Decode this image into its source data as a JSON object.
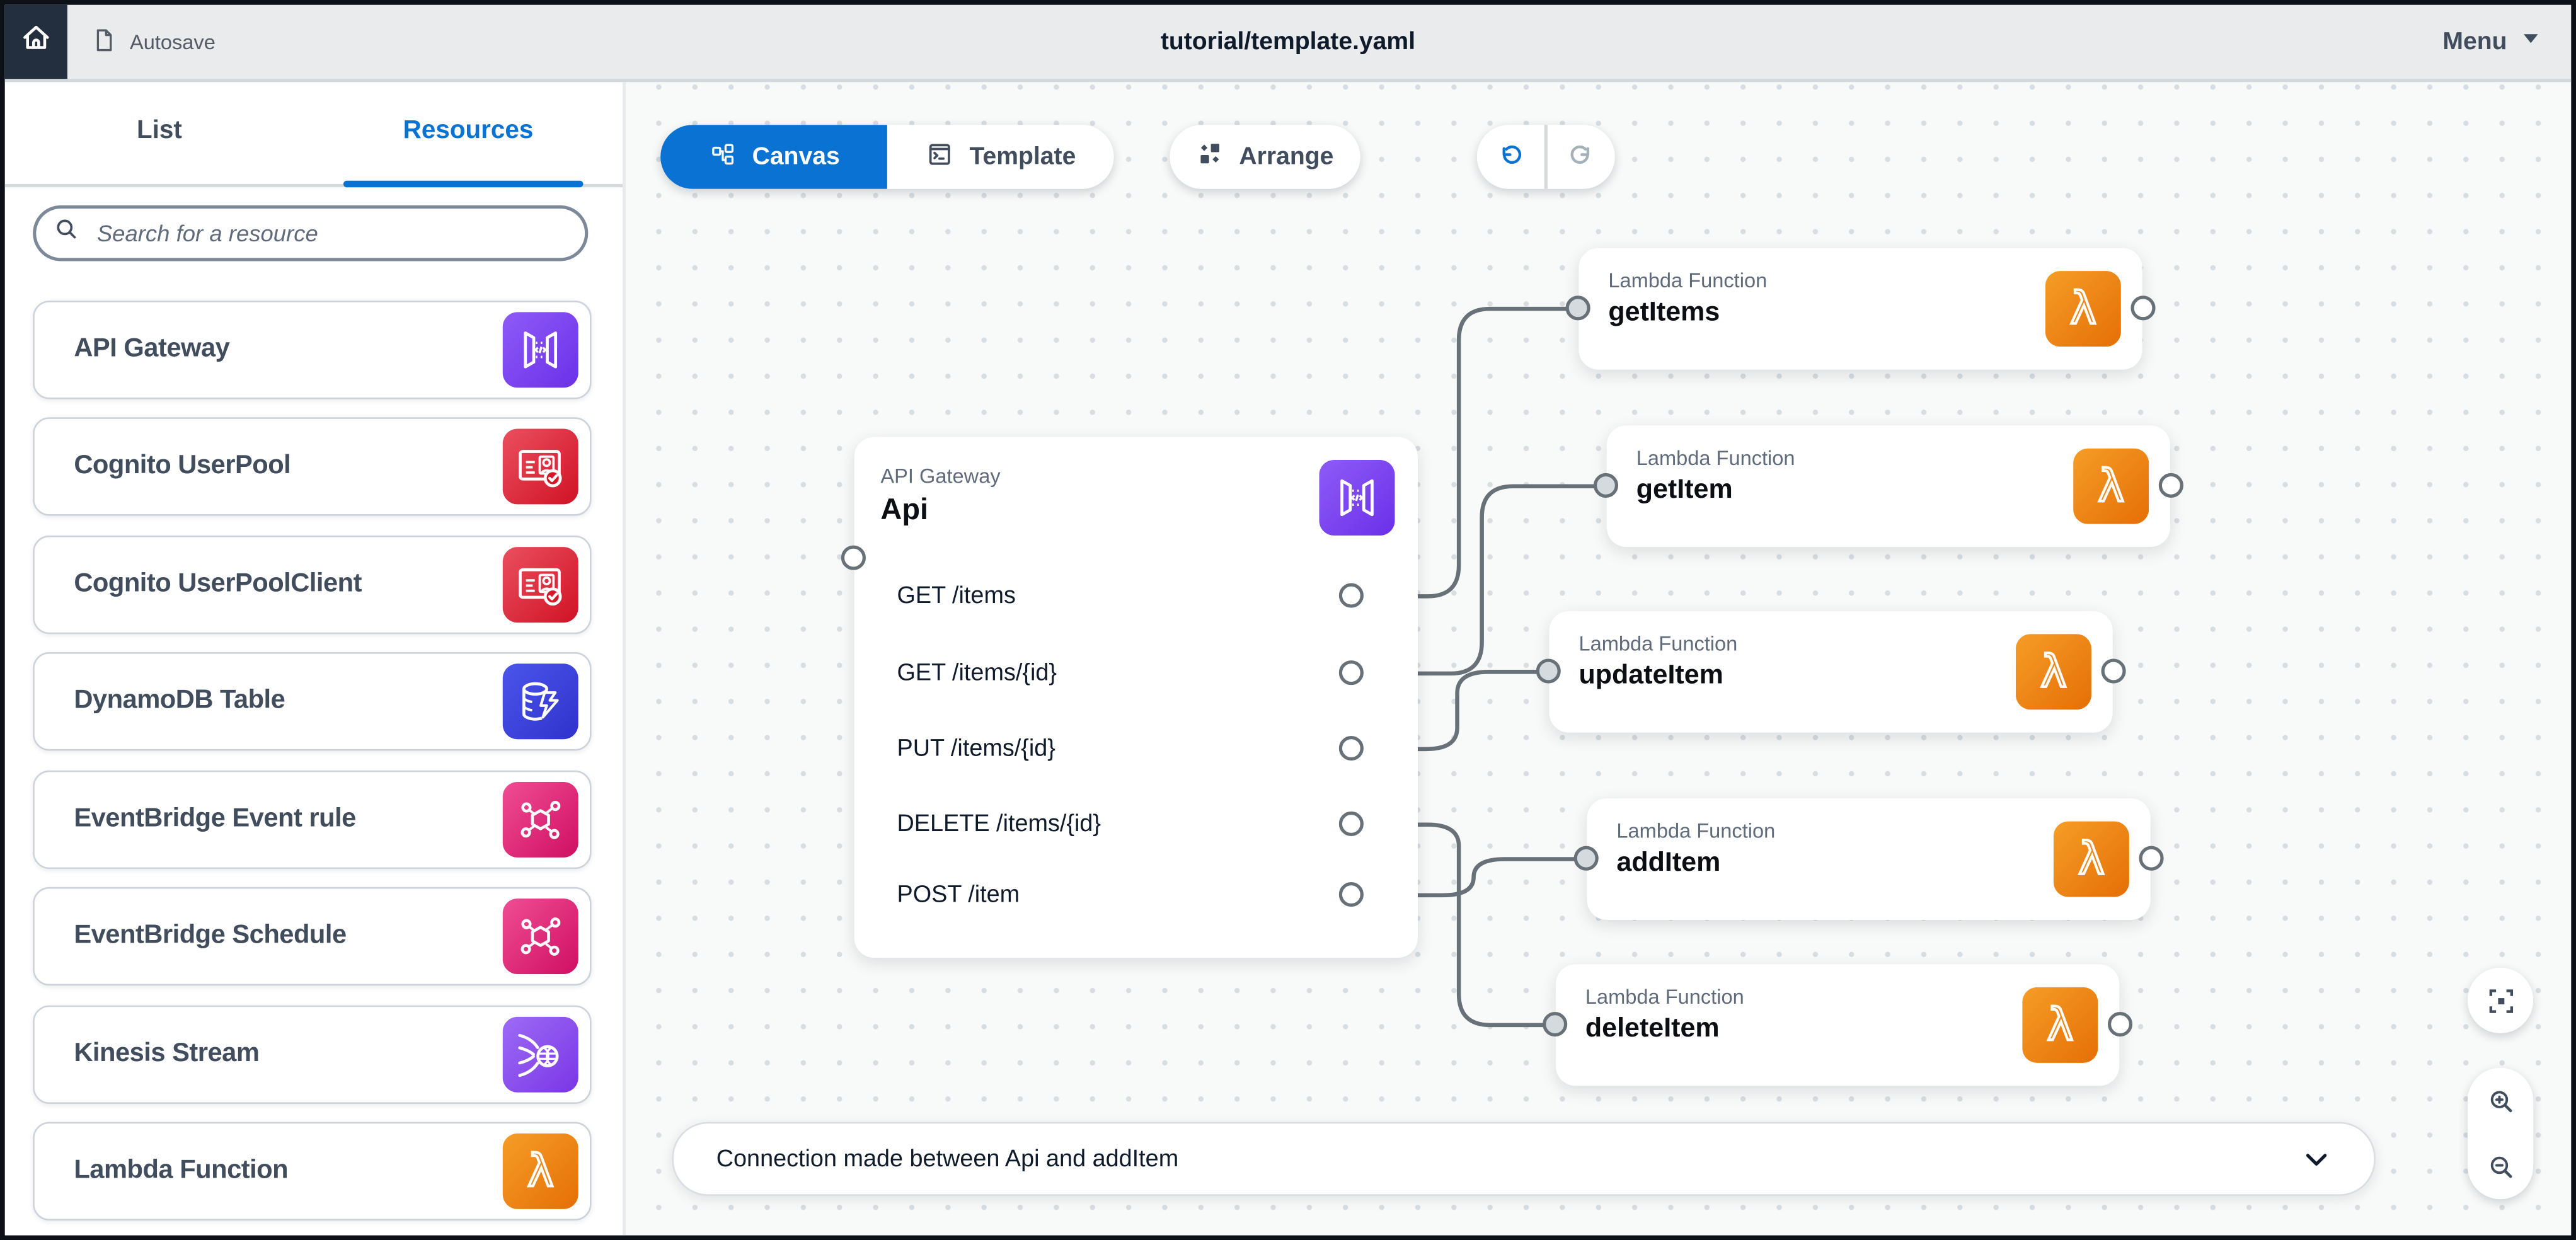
{
  "window": {
    "autosave_label": "Autosave",
    "title": "tutorial/template.yaml",
    "menu_label": "Menu"
  },
  "sidebar": {
    "tabs": [
      {
        "label": "List",
        "active": false
      },
      {
        "label": "Resources",
        "active": true
      }
    ],
    "search_placeholder": "Search for a resource",
    "resources": [
      {
        "label": "API Gateway",
        "icon": "api-gateway-icon",
        "color": "#7b3df2"
      },
      {
        "label": "Cognito UserPool",
        "icon": "cognito-userpool-icon",
        "color": "#dd2235"
      },
      {
        "label": "Cognito UserPoolClient",
        "icon": "cognito-userpool-icon",
        "color": "#dd2235"
      },
      {
        "label": "DynamoDB Table",
        "icon": "dynamodb-icon",
        "color": "#3b40d6"
      },
      {
        "label": "EventBridge Event rule",
        "icon": "eventbridge-icon",
        "color": "#e0176e"
      },
      {
        "label": "EventBridge Schedule",
        "icon": "eventbridge-icon",
        "color": "#e0176e"
      },
      {
        "label": "Kinesis Stream",
        "icon": "kinesis-icon",
        "color": "#8b4fee"
      },
      {
        "label": "Lambda Function",
        "icon": "lambda-icon",
        "color": "#ed7100"
      }
    ]
  },
  "toolbar": {
    "canvas_label": "Canvas",
    "template_label": "Template",
    "arrange_label": "Arrange"
  },
  "canvas": {
    "api_node": {
      "type_label": "API Gateway",
      "name": "Api",
      "routes": [
        "GET /items",
        "GET /items/{id}",
        "PUT /items/{id}",
        "DELETE /items/{id}",
        "POST /item"
      ]
    },
    "lambda_nodes": [
      {
        "type_label": "Lambda Function",
        "name": "getItems"
      },
      {
        "type_label": "Lambda Function",
        "name": "getItem"
      },
      {
        "type_label": "Lambda Function",
        "name": "updateItem"
      },
      {
        "type_label": "Lambda Function",
        "name": "addItem"
      },
      {
        "type_label": "Lambda Function",
        "name": "deleteItem"
      }
    ],
    "connections": [
      {
        "from": "Api GET /items",
        "to": "getItems"
      },
      {
        "from": "Api GET /items/{id}",
        "to": "getItem"
      },
      {
        "from": "Api PUT /items/{id}",
        "to": "updateItem"
      },
      {
        "from": "Api DELETE /items/{id}",
        "to": "deleteItem"
      },
      {
        "from": "Api POST /item",
        "to": "addItem"
      }
    ]
  },
  "status_bar": {
    "message": "Connection made between Api and addItem"
  },
  "colors": {
    "accent_blue": "#0972d3",
    "topbar_navy": "#232f3e",
    "connector_gray": "#687078",
    "lambda_orange": "#ed7100",
    "api_gateway_purple": "#7b3df2",
    "cognito_red": "#dd2235",
    "dynamodb_blue": "#3b40d6",
    "eventbridge_pink": "#e0176e",
    "kinesis_purple": "#8b4fee"
  }
}
